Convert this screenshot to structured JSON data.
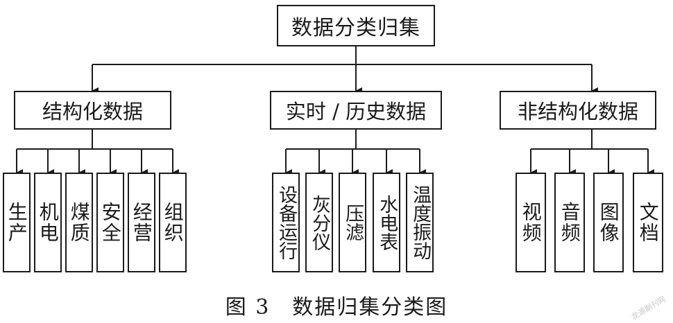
{
  "root": {
    "label": "数据分类归集"
  },
  "categories": [
    {
      "label": "结构化数据",
      "children": [
        "生产",
        "机电",
        "煤质",
        "安全",
        "经营",
        "组织"
      ]
    },
    {
      "label": "实时 / 历史数据",
      "children": [
        "设备运行",
        "灰分仪",
        "压滤",
        "水电表",
        "温度振动"
      ]
    },
    {
      "label": "非结构化数据",
      "children": [
        "视频",
        "音频",
        "图像",
        "文档"
      ]
    }
  ],
  "caption": "图 3　数据归集分类图",
  "watermark": "龙源期刊网"
}
